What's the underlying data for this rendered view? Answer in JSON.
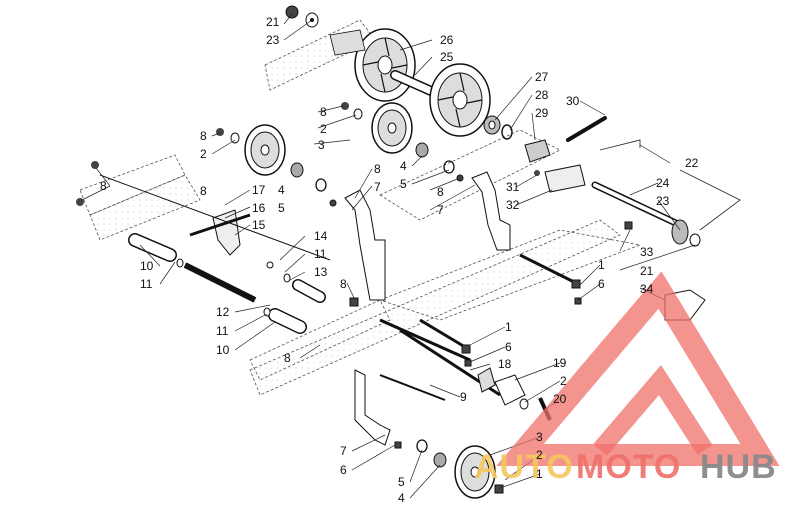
{
  "callouts": [
    {
      "id": "c21a",
      "label": "21"
    },
    {
      "id": "c23a",
      "label": "23"
    },
    {
      "id": "c26",
      "label": "26"
    },
    {
      "id": "c25",
      "label": "25"
    },
    {
      "id": "c27",
      "label": "27"
    },
    {
      "id": "c28",
      "label": "28"
    },
    {
      "id": "c29",
      "label": "29"
    },
    {
      "id": "c30",
      "label": "30"
    },
    {
      "id": "c8a",
      "label": "8"
    },
    {
      "id": "c2a",
      "label": "2"
    },
    {
      "id": "c8b",
      "label": "8"
    },
    {
      "id": "c2b",
      "label": "2"
    },
    {
      "id": "c3a",
      "label": "3"
    },
    {
      "id": "c8c",
      "label": "8"
    },
    {
      "id": "c4a",
      "label": "4"
    },
    {
      "id": "c5a",
      "label": "5"
    },
    {
      "id": "c8d",
      "label": "8"
    },
    {
      "id": "c7a",
      "label": "7"
    },
    {
      "id": "c4b",
      "label": "4"
    },
    {
      "id": "c5b",
      "label": "5"
    },
    {
      "id": "c8e",
      "label": "8"
    },
    {
      "id": "c7b",
      "label": "7"
    },
    {
      "id": "c31",
      "label": "31"
    },
    {
      "id": "c32",
      "label": "32"
    },
    {
      "id": "c22",
      "label": "22"
    },
    {
      "id": "c24",
      "label": "24"
    },
    {
      "id": "c23b",
      "label": "23"
    },
    {
      "id": "c8f",
      "label": "8"
    },
    {
      "id": "c17",
      "label": "17"
    },
    {
      "id": "c16",
      "label": "16"
    },
    {
      "id": "c15",
      "label": "15"
    },
    {
      "id": "c14",
      "label": "14"
    },
    {
      "id": "c11a",
      "label": "11"
    },
    {
      "id": "c13",
      "label": "13"
    },
    {
      "id": "c10a",
      "label": "10"
    },
    {
      "id": "c11b",
      "label": "11"
    },
    {
      "id": "c33",
      "label": "33"
    },
    {
      "id": "c21b",
      "label": "21"
    },
    {
      "id": "c34",
      "label": "34"
    },
    {
      "id": "c1a",
      "label": "1"
    },
    {
      "id": "c6a",
      "label": "6"
    },
    {
      "id": "c8g",
      "label": "8"
    },
    {
      "id": "c12",
      "label": "12"
    },
    {
      "id": "c11c",
      "label": "11"
    },
    {
      "id": "c10b",
      "label": "10"
    },
    {
      "id": "c8h",
      "label": "8"
    },
    {
      "id": "c1b",
      "label": "1"
    },
    {
      "id": "c6b",
      "label": "6"
    },
    {
      "id": "c18",
      "label": "18"
    },
    {
      "id": "c19",
      "label": "19"
    },
    {
      "id": "c2c",
      "label": "2"
    },
    {
      "id": "c20",
      "label": "20"
    },
    {
      "id": "c9",
      "label": "9"
    },
    {
      "id": "c3b",
      "label": "3"
    },
    {
      "id": "c7c",
      "label": "7"
    },
    {
      "id": "c2d",
      "label": "2"
    },
    {
      "id": "c6c",
      "label": "6"
    },
    {
      "id": "c1c",
      "label": "1"
    },
    {
      "id": "c5c",
      "label": "5"
    },
    {
      "id": "c4c",
      "label": "4"
    }
  ],
  "watermark": {
    "word_auto": "AUTO",
    "word_moto": "MOTO",
    "word_hub": "HUB",
    "color_accent": "#f0706a",
    "color_auto": "#f6c85f",
    "color_hub": "#8a8a8a"
  }
}
